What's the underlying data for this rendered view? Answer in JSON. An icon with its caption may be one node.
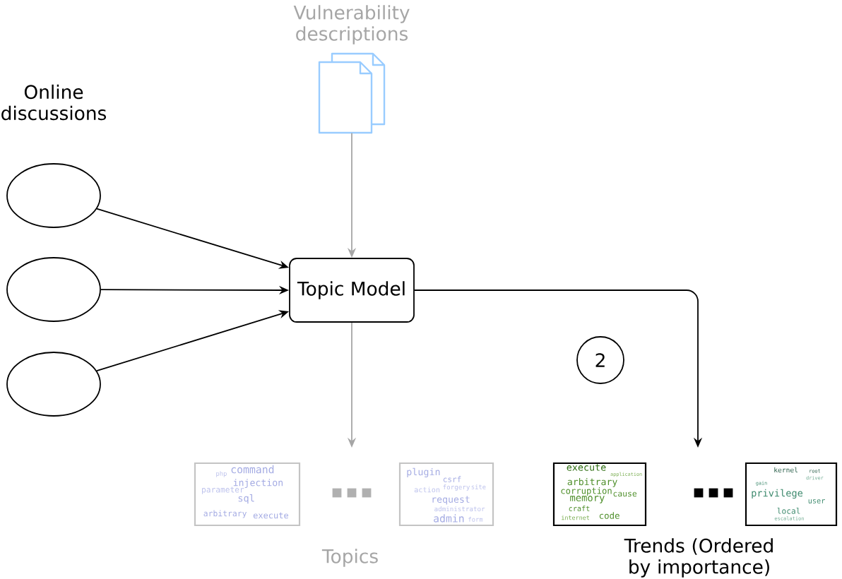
{
  "diagram": {
    "nodes": [
      {
        "text": [
          "Vulnerability descriptions"
        ]
      },
      {
        "text": [],
        "shape": "ellipse"
      },
      {
        "text": [],
        "shape": "ellipse"
      },
      {
        "text": [],
        "shape": "ellipse"
      },
      {
        "text": [
          "Topic Model"
        ]
      },
      {
        "text": [
          "2"
        ]
      },
      {
        "text": [
          "php",
          "command",
          "injection",
          "parameter",
          "sql",
          "arbitrary",
          "execute"
        ]
      },
      {
        "text": [
          "plugin",
          "csrf",
          "action",
          "forgery",
          "site",
          "request",
          "administrator",
          "admin",
          "form"
        ]
      },
      {
        "text": [
          "execute",
          "application",
          "arbitrary",
          "corruption",
          "cause",
          "memory",
          "craft",
          "internet",
          "code"
        ]
      },
      {
        "text": [
          "kernel",
          "root",
          "driver",
          "gain",
          "privilege",
          "user",
          "local",
          "escalation"
        ]
      }
    ],
    "edges": [
      {
        "from": 0,
        "to": 4,
        "arrow": "to",
        "color": "#a6a6a6"
      },
      {
        "from": 1,
        "to": 4,
        "arrow": "to"
      },
      {
        "from": 2,
        "to": 4,
        "arrow": "to"
      },
      {
        "from": 3,
        "to": 4,
        "arrow": "to"
      },
      {
        "from": 4,
        "to": null,
        "arrow": "to",
        "color": "#a6a6a6"
      },
      {
        "from": 4,
        "to": null,
        "arrow": "to"
      }
    ],
    "labels": [
      "Online discussions",
      "Topics",
      "Trends (Ordered by importance)"
    ]
  }
}
